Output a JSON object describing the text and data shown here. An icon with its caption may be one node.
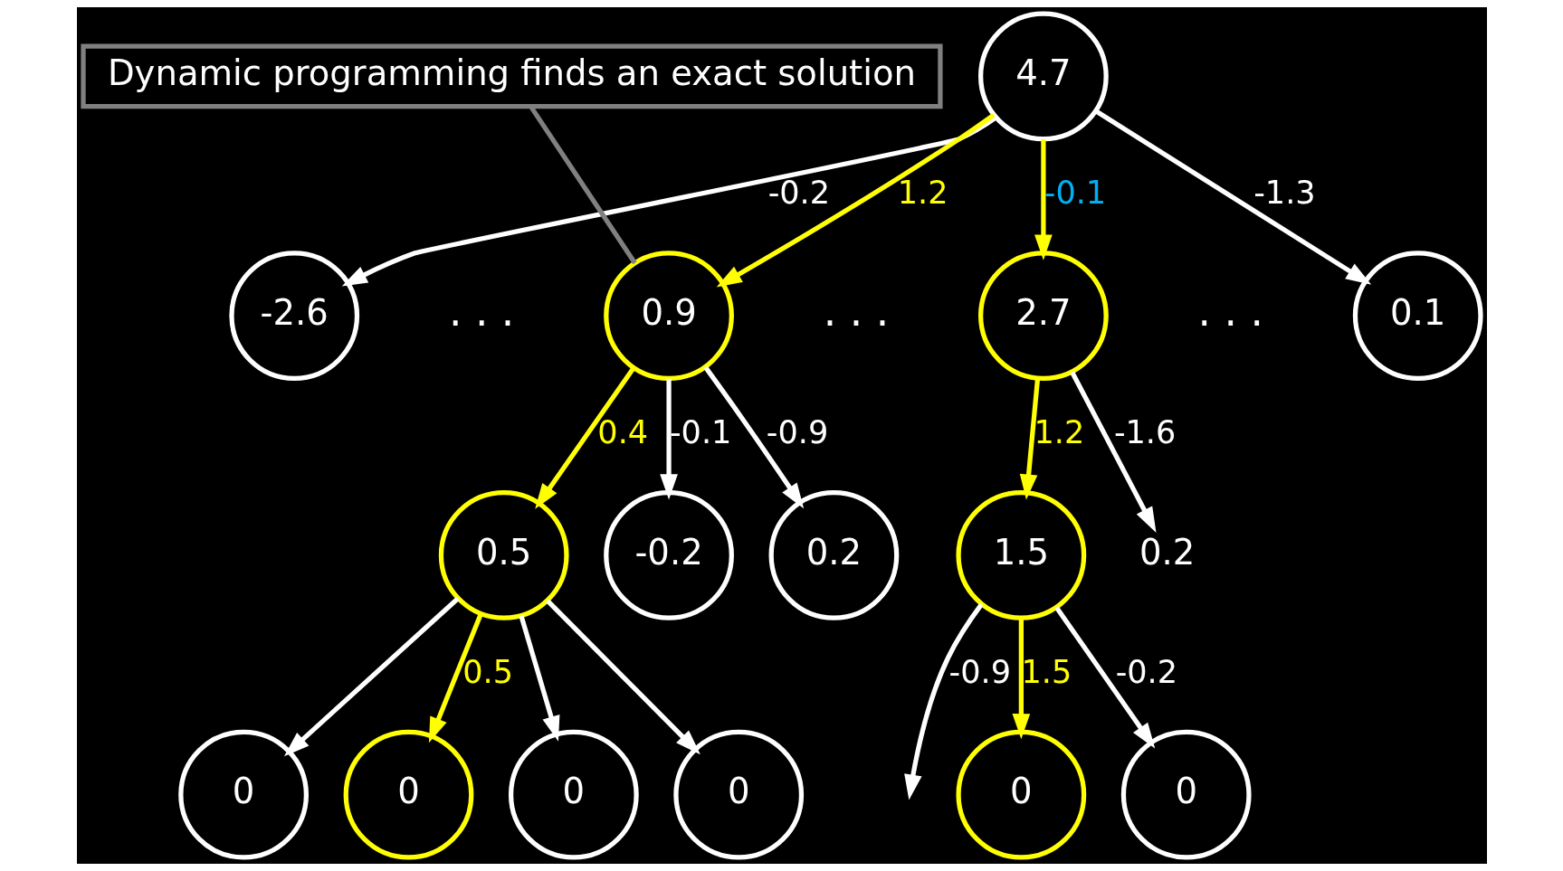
{
  "diagram": {
    "nodes": [
      {
        "text": [
          "4.7"
        ]
      },
      {
        "text": [
          "-2.6"
        ]
      },
      {
        "text": [
          "0.9"
        ]
      },
      {
        "text": [
          "2.7"
        ]
      },
      {
        "text": [
          "0.1"
        ]
      },
      {
        "text": [
          "0.5"
        ]
      },
      {
        "text": [
          "-0.2"
        ]
      },
      {
        "text": [
          "0.2"
        ]
      },
      {
        "text": [
          "1.5"
        ]
      },
      {
        "text": [
          "0.2"
        ]
      },
      {
        "text": [
          "0"
        ]
      },
      {
        "text": [
          "0"
        ]
      },
      {
        "text": [
          "0"
        ]
      },
      {
        "text": [
          "0"
        ]
      },
      {
        "text": [
          "0"
        ]
      },
      {
        "text": [
          "0"
        ]
      },
      {
        "text": [
          "Dynamic programming finds an exact solution"
        ]
      }
    ],
    "edges": [
      {
        "from": 0,
        "to": 1,
        "arrow": "to",
        "label": "-0.2"
      },
      {
        "from": 0,
        "to": 2,
        "arrow": "to",
        "label": "1.2",
        "color": "#ffff00"
      },
      {
        "from": 0,
        "to": 3,
        "arrow": "to",
        "label": "-0.1",
        "color": "#ffff00"
      },
      {
        "from": 0,
        "to": 4,
        "arrow": "to",
        "label": "-1.3"
      },
      {
        "from": 2,
        "to": 5,
        "arrow": "to",
        "label": "0.4",
        "color": "#ffff00"
      },
      {
        "from": 2,
        "to": 6,
        "arrow": "to",
        "label": "-0.1"
      },
      {
        "from": 2,
        "to": 7,
        "arrow": "to",
        "label": "-0.9"
      },
      {
        "from": 3,
        "to": 8,
        "arrow": "to",
        "label": "1.2",
        "color": "#ffff00"
      },
      {
        "from": 3,
        "to": 9,
        "arrow": "to",
        "label": "-1.6"
      },
      {
        "from": 5,
        "to": 10,
        "arrow": "to"
      },
      {
        "from": 5,
        "to": 11,
        "arrow": "to",
        "label": "0.5",
        "color": "#ffff00"
      },
      {
        "from": 5,
        "to": 12,
        "arrow": "to"
      },
      {
        "from": 5,
        "to": 13,
        "arrow": "to"
      },
      {
        "from": 8,
        "to": null,
        "arrow": "to",
        "label": "-0.9"
      },
      {
        "from": 8,
        "to": 14,
        "arrow": "to",
        "label": "1.5",
        "color": "#ffff00"
      },
      {
        "from": 8,
        "to": 15,
        "arrow": "to",
        "label": "-0.2"
      },
      {
        "from": 16,
        "to": 2,
        "arrow": "none",
        "color": "#808080"
      }
    ],
    "labels": [
      ". . .",
      ". . .",
      ". . ."
    ]
  }
}
